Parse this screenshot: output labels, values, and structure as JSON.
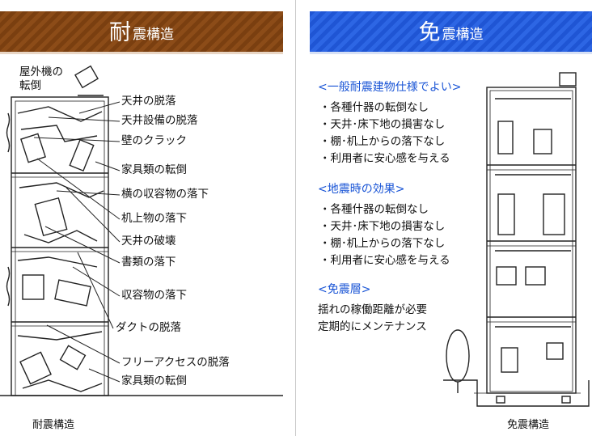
{
  "left": {
    "banner_big": "耐",
    "banner_small": "震構造",
    "caption": "耐震構造",
    "outdoor_label_1": "屋外機の",
    "outdoor_label_2": "転倒",
    "callouts": [
      "天井の脱落",
      "天井設備の脱落",
      "壁のクラック",
      "家具類の転倒",
      "横の収容物の落下",
      "机上物の落下",
      "天井の破壊",
      "書類の落下",
      "収容物の落下",
      "ダクトの脱落",
      "フリーアクセスの脱落",
      "家具類の転倒"
    ]
  },
  "right": {
    "banner_big": "免",
    "banner_small": "震構造",
    "caption": "免震構造",
    "sections": [
      {
        "heading": "<一般耐震建物仕様でよい>",
        "items": [
          "・各種什器の転倒なし",
          "・天井･床下地の損害なし",
          "・棚･机上からの落下なし",
          "・利用者に安心感を与える"
        ]
      },
      {
        "heading": "<地震時の効果>",
        "items": [
          "・各種什器の転倒なし",
          "・天井･床下地の損害なし",
          "・棚･机上からの落下なし",
          "・利用者に安心感を与える"
        ]
      },
      {
        "heading": "<免震層>",
        "items": [
          "揺れの稼働距離が必要",
          "定期的にメンテナンス"
        ]
      }
    ]
  },
  "colors": {
    "left_banner": "#7a3f10",
    "right_banner": "#1f55d4",
    "heading": "#1a55d6"
  }
}
